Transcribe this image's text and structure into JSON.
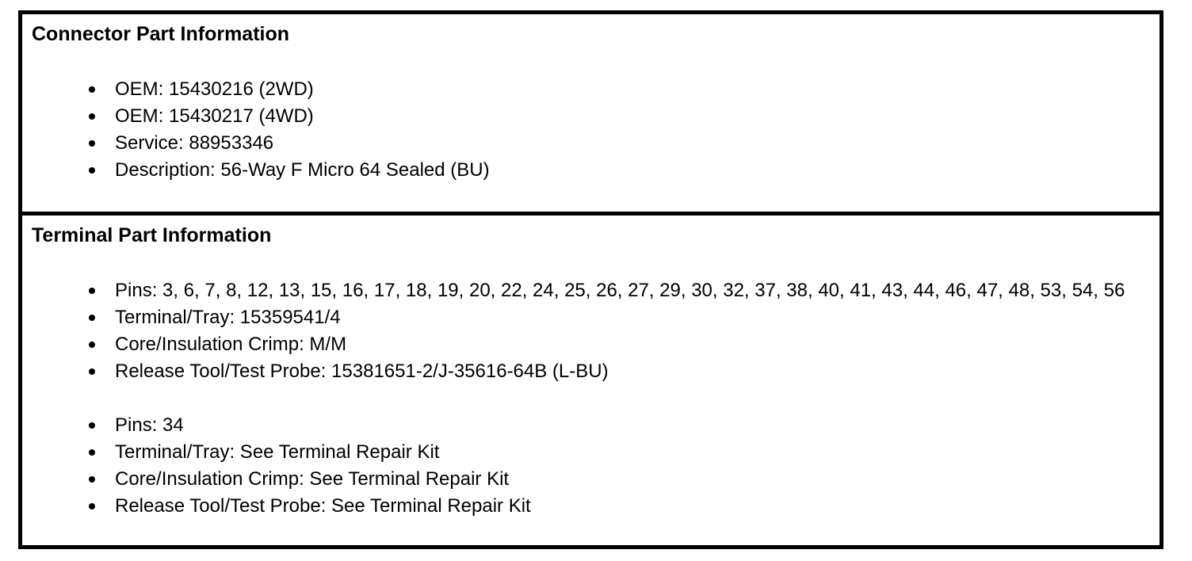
{
  "colors": {
    "background": "#ffffff",
    "border": "#000000",
    "text": "#000000"
  },
  "sections": [
    {
      "title": "Connector Part Information",
      "groups": [
        {
          "items": [
            "OEM: 15430216 (2WD)",
            "OEM: 15430217 (4WD)",
            "Service: 88953346",
            "Description: 56-Way F Micro 64 Sealed (BU)"
          ]
        }
      ]
    },
    {
      "title": "Terminal Part Information",
      "groups": [
        {
          "items": [
            "Pins: 3, 6, 7, 8, 12, 13, 15, 16, 17, 18, 19, 20, 22, 24, 25, 26, 27, 29, 30, 32, 37, 38, 40, 41, 43, 44, 46, 47, 48, 53, 54, 56",
            "Terminal/Tray: 15359541/4",
            "Core/Insulation Crimp: M/M",
            "Release Tool/Test Probe: 15381651-2/J-35616-64B (L-BU)"
          ]
        },
        {
          "items": [
            "Pins: 34",
            "Terminal/Tray: See Terminal Repair Kit",
            "Core/Insulation Crimp: See Terminal Repair Kit",
            "Release Tool/Test Probe: See Terminal Repair Kit"
          ]
        }
      ]
    }
  ]
}
